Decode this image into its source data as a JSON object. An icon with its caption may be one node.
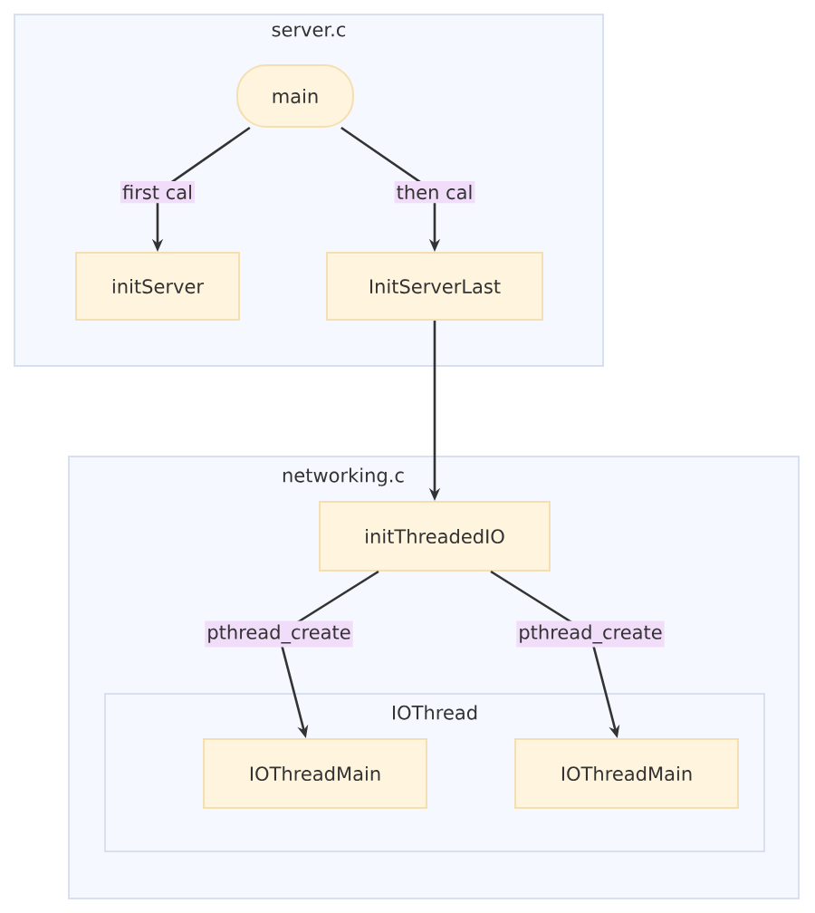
{
  "diagram": {
    "nodes": [
      {
        "text": [
          "server.c"
        ]
      },
      {
        "text": [
          "main"
        ],
        "in": 0
      },
      {
        "text": [
          "initServer"
        ],
        "in": 0
      },
      {
        "text": [
          "InitServerLast"
        ],
        "in": 0
      },
      {
        "text": [
          "networking.c"
        ]
      },
      {
        "text": [
          "initThreadedIO"
        ],
        "in": 4
      },
      {
        "text": [
          "IOThread"
        ],
        "in": 4
      },
      {
        "text": [
          "IOThreadMain"
        ],
        "in": 6
      },
      {
        "text": [
          "IOThreadMain"
        ],
        "in": 6
      }
    ],
    "edges": [
      {
        "from": 1,
        "to": 2,
        "arrow": "to",
        "label": "first cal"
      },
      {
        "from": 1,
        "to": 3,
        "arrow": "to",
        "label": "then cal"
      },
      {
        "from": 3,
        "to": 5,
        "arrow": "to"
      },
      {
        "from": 5,
        "to": 7,
        "arrow": "to",
        "label": "pthread_create"
      },
      {
        "from": 5,
        "to": 8,
        "arrow": "to",
        "label": "pthread_create"
      }
    ]
  }
}
